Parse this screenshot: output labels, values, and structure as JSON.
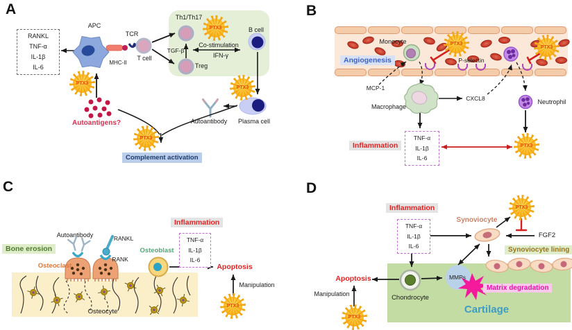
{
  "ptx3_label": "PTX3",
  "colors": {
    "ptx3_sun": "#F6A71B",
    "ptx3_text": "#E84A00",
    "inhibition_red": "#D51F1F",
    "inflammation_text": "#E32222",
    "lymphoid_panel_green": "#E5EED7",
    "vessel_lumen": "#FBE8D8",
    "vessel_wall": "#F5CCA9",
    "cartilage_green": "#C3DCA4",
    "bone_cream": "#FBEFC9",
    "complement_box_blue": "#BACDE9",
    "cytokine_box_border": "#C46CD6",
    "matrix_degradation_pink": "#E813A8"
  },
  "panels": {
    "a": {
      "letter": "A",
      "cytokine_box": [
        "RANKL",
        "TNF-α",
        "IL-1β",
        "IL-6"
      ],
      "apc": "APC",
      "mhc2": "MHC-II",
      "tcr": "TCR",
      "t_cell": "T cell",
      "th1_th17": "Th1/Th17",
      "tgf_b": "TGF-β",
      "co_stimulation": "Co-stimulation",
      "ifn_g": "IFN-γ",
      "treg": "Treg",
      "b_cell": "B cell",
      "autoantigens": "Autoantigens?",
      "autoantibody": "Autoantibody",
      "plasma_cell": "Plasma cell",
      "complement": "Complement activation"
    },
    "b": {
      "letter": "B",
      "angiogenesis": "Angiogenesis",
      "monocyte": "Monocyte",
      "p_selectin": "P-selectin",
      "mcp1": "MCP-1",
      "macrophage": "Macrophage",
      "cxcl8": "CXCL8",
      "neutrophil": "Neutrophil",
      "inflammation": "Inflammation",
      "cytokines": [
        "TNF-α",
        "IL-1β",
        "IL-6"
      ]
    },
    "c": {
      "letter": "C",
      "bone_erosion": "Bone erosion",
      "autoantibody": "Autoantibody",
      "rankl": "RANKL",
      "rank": "RANK",
      "osteoclast": "Osteoclast",
      "osteoblast": "Osteoblast",
      "osteocyte": "Osteocyte",
      "inflammation": "Inflammation",
      "cytokines": [
        "TNF-α",
        "IL-1β",
        "IL-6"
      ],
      "apoptosis": "Apoptosis",
      "manipulation": "Manipulation"
    },
    "d": {
      "letter": "D",
      "inflammation": "Inflammation",
      "cytokines": [
        "TNF-α",
        "IL-1β",
        "IL-6"
      ],
      "synoviocyte": "Synoviocyte",
      "fgf2": "FGF2",
      "synoviocyte_lining": "Synoviocyte lining",
      "apoptosis": "Apoptosis",
      "manipulation": "Manipulation",
      "chondrocyte": "Chondrocyte",
      "mmps": "MMPs",
      "matrix_degradation": "Matrix degradation",
      "cartilage": "Cartilage"
    }
  }
}
